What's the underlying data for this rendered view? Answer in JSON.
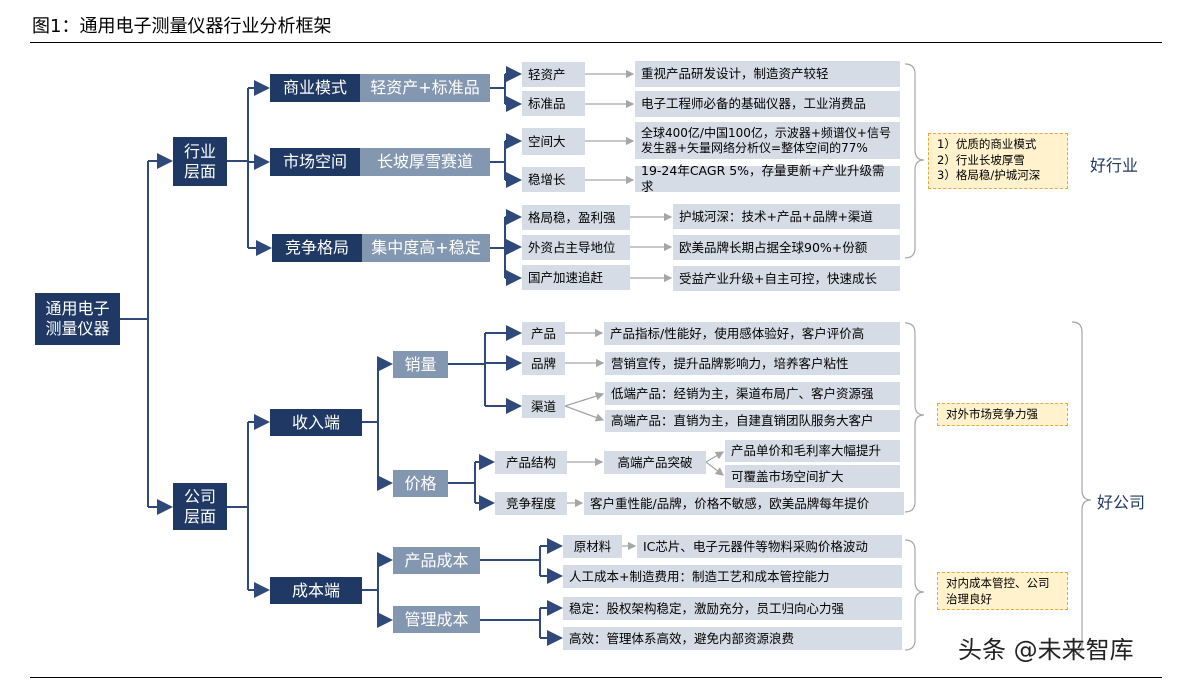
{
  "title": "图1：通用电子测量仪器行业分析框架",
  "root": "通用电子\n测量仪器",
  "industry": {
    "label": "行业层面",
    "groups": [
      {
        "name": "商业模式",
        "tag": "轻资产+标准品",
        "items": [
          {
            "k": "轻资产",
            "v": "重视产品研发设计，制造资产较轻"
          },
          {
            "k": "标准品",
            "v": "电子工程师必备的基础仪器，工业消费品"
          }
        ]
      },
      {
        "name": "市场空间",
        "tag": "长坡厚雪赛道",
        "items": [
          {
            "k": "空间大",
            "v": "全球400亿/中国100亿，示波器+频谱仪+信号发生器+矢量网络分析仪=整体空间的77%"
          },
          {
            "k": "稳增长",
            "v": "19-24年CAGR 5%，存量更新+产业升级需求"
          }
        ]
      },
      {
        "name": "竞争格局",
        "tag": "集中度高+稳定",
        "items": [
          {
            "k": "格局稳，盈利强",
            "v": "护城河深：技术+产品+品牌+渠道"
          },
          {
            "k": "外资占主导地位",
            "v": "欧美品牌长期占据全球90%+份额"
          },
          {
            "k": "国产加速追赶",
            "v": "受益产业升级+自主可控，快速成长"
          }
        ]
      }
    ],
    "note": [
      "1）优质的商业模式",
      "2）行业长坡厚雪",
      "3）格局稳/护城河深"
    ],
    "conclusion": "好行业"
  },
  "company": {
    "label": "公司层面",
    "revenue": {
      "label": "收入端",
      "volume": {
        "label": "销量",
        "items": [
          {
            "k": "产品",
            "v": "产品指标/性能好，使用感体验好，客户评价高"
          },
          {
            "k": "品牌",
            "v": "营销宣传，提升品牌影响力，培养客户粘性"
          },
          {
            "k": "渠道",
            "v": [
              "低端产品：经销为主，渠道布局广、客户资源强",
              "高端产品：直销为主，自建直销团队服务大客户"
            ]
          }
        ]
      },
      "price": {
        "label": "价格",
        "structure": {
          "k": "产品结构",
          "mid": "高端产品突破",
          "v": [
            "产品单价和毛利率大幅提升",
            "可覆盖市场空间扩大"
          ]
        },
        "competition": {
          "k": "竞争程度",
          "v": "客户重性能/品牌，价格不敏感，欧美品牌每年提价"
        }
      },
      "note": "对外市场竞争力强"
    },
    "cost": {
      "label": "成本端",
      "product": {
        "label": "产品成本",
        "raw_k": "原材料",
        "raw_v": "IC芯片、电子元器件等物料采购价格波动",
        "labor": "人工成本+制造费用：制造工艺和成本管控能力"
      },
      "mgmt": {
        "label": "管理成本",
        "items": [
          "稳定：股权架构稳定，激励充分，员工归向心力强",
          "高效：管理体系高效，避免内部资源浪费"
        ]
      },
      "note": "对内成本管控、公司治理良好"
    },
    "conclusion": "好公司"
  },
  "watermark": "头条 @未来智库"
}
